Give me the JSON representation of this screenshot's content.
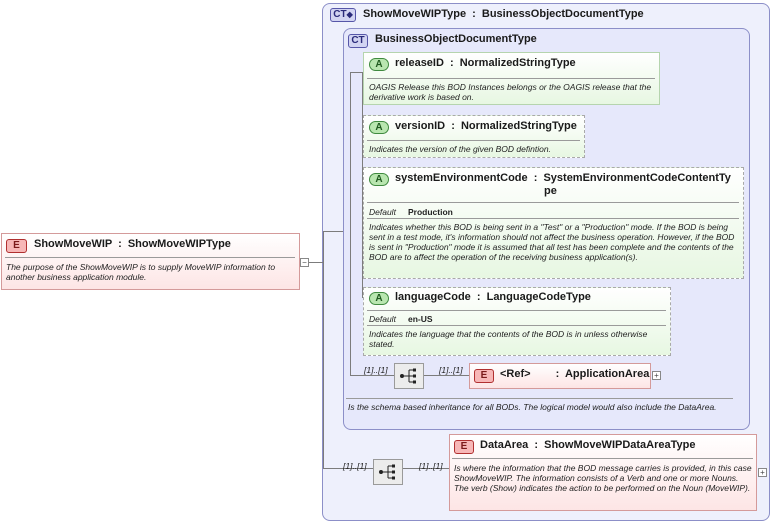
{
  "root_element": {
    "badge": "E",
    "name": "ShowMoveWIP",
    "type": "ShowMoveWIPType",
    "description": "The purpose of the ShowMoveWIP is to supply MoveWIP information to another business application module."
  },
  "complex_type": {
    "badge": "CT",
    "name": "ShowMoveWIPType",
    "base": "BusinessObjectDocumentType"
  },
  "base_type": {
    "badge": "CT",
    "name": "BusinessObjectDocumentType",
    "description": "Is the schema based inheritance for all BODs. The logical model would also include the DataArea."
  },
  "attributes": [
    {
      "badge": "A",
      "name": "releaseID",
      "type": "NormalizedStringType",
      "description": "OAGIS Release this BOD Instances belongs or the OAGIS release that the derivative work is based on."
    },
    {
      "badge": "A",
      "name": "versionID",
      "type": "NormalizedStringType",
      "description": "Indicates the version of the given BOD defintion."
    },
    {
      "badge": "A",
      "name": "systemEnvironmentCode",
      "type": "SystemEnvironmentCodeContentTy",
      "type_cont": "pe",
      "default_label": "Default",
      "default_value": "Production",
      "description": "Indicates whether this BOD is being sent in a \"Test\" or a \"Production\" mode. If the BOD is being sent in a test mode, it's information should not affect the business operation. However, if the BOD is sent in \"Production\" mode it is assumed that all test has been complete and the contents of the BOD are to affect the operation of the receiving business application(s)."
    },
    {
      "badge": "A",
      "name": "languageCode",
      "type": "LanguageCodeType",
      "default_label": "Default",
      "default_value": "en-US",
      "description": "Indicates the language that the contents of the BOD is in unless otherwise stated."
    }
  ],
  "ref_element": {
    "badge": "E",
    "name": "<Ref>",
    "type": "ApplicationArea",
    "seq_mult": "[1]..[1]",
    "elem_mult": "[1]..[1]"
  },
  "data_area": {
    "badge": "E",
    "name": "DataArea",
    "type": "ShowMoveWIPDataAreaType",
    "seq_mult": "[1]..[1]",
    "elem_mult": "[1]..[1]",
    "description": "Is where the information that the BOD message carries is provided, in this case ShowMoveWIP. The information consists of a Verb and one or more Nouns. The verb (Show) indicates the action to be performed on the Noun (MoveWIP)."
  },
  "separator": ":",
  "colors": {
    "element_border": "#d49a9a",
    "attribute_fill": "#e7f7e2",
    "complex_type_fill": "#eef0fc"
  }
}
